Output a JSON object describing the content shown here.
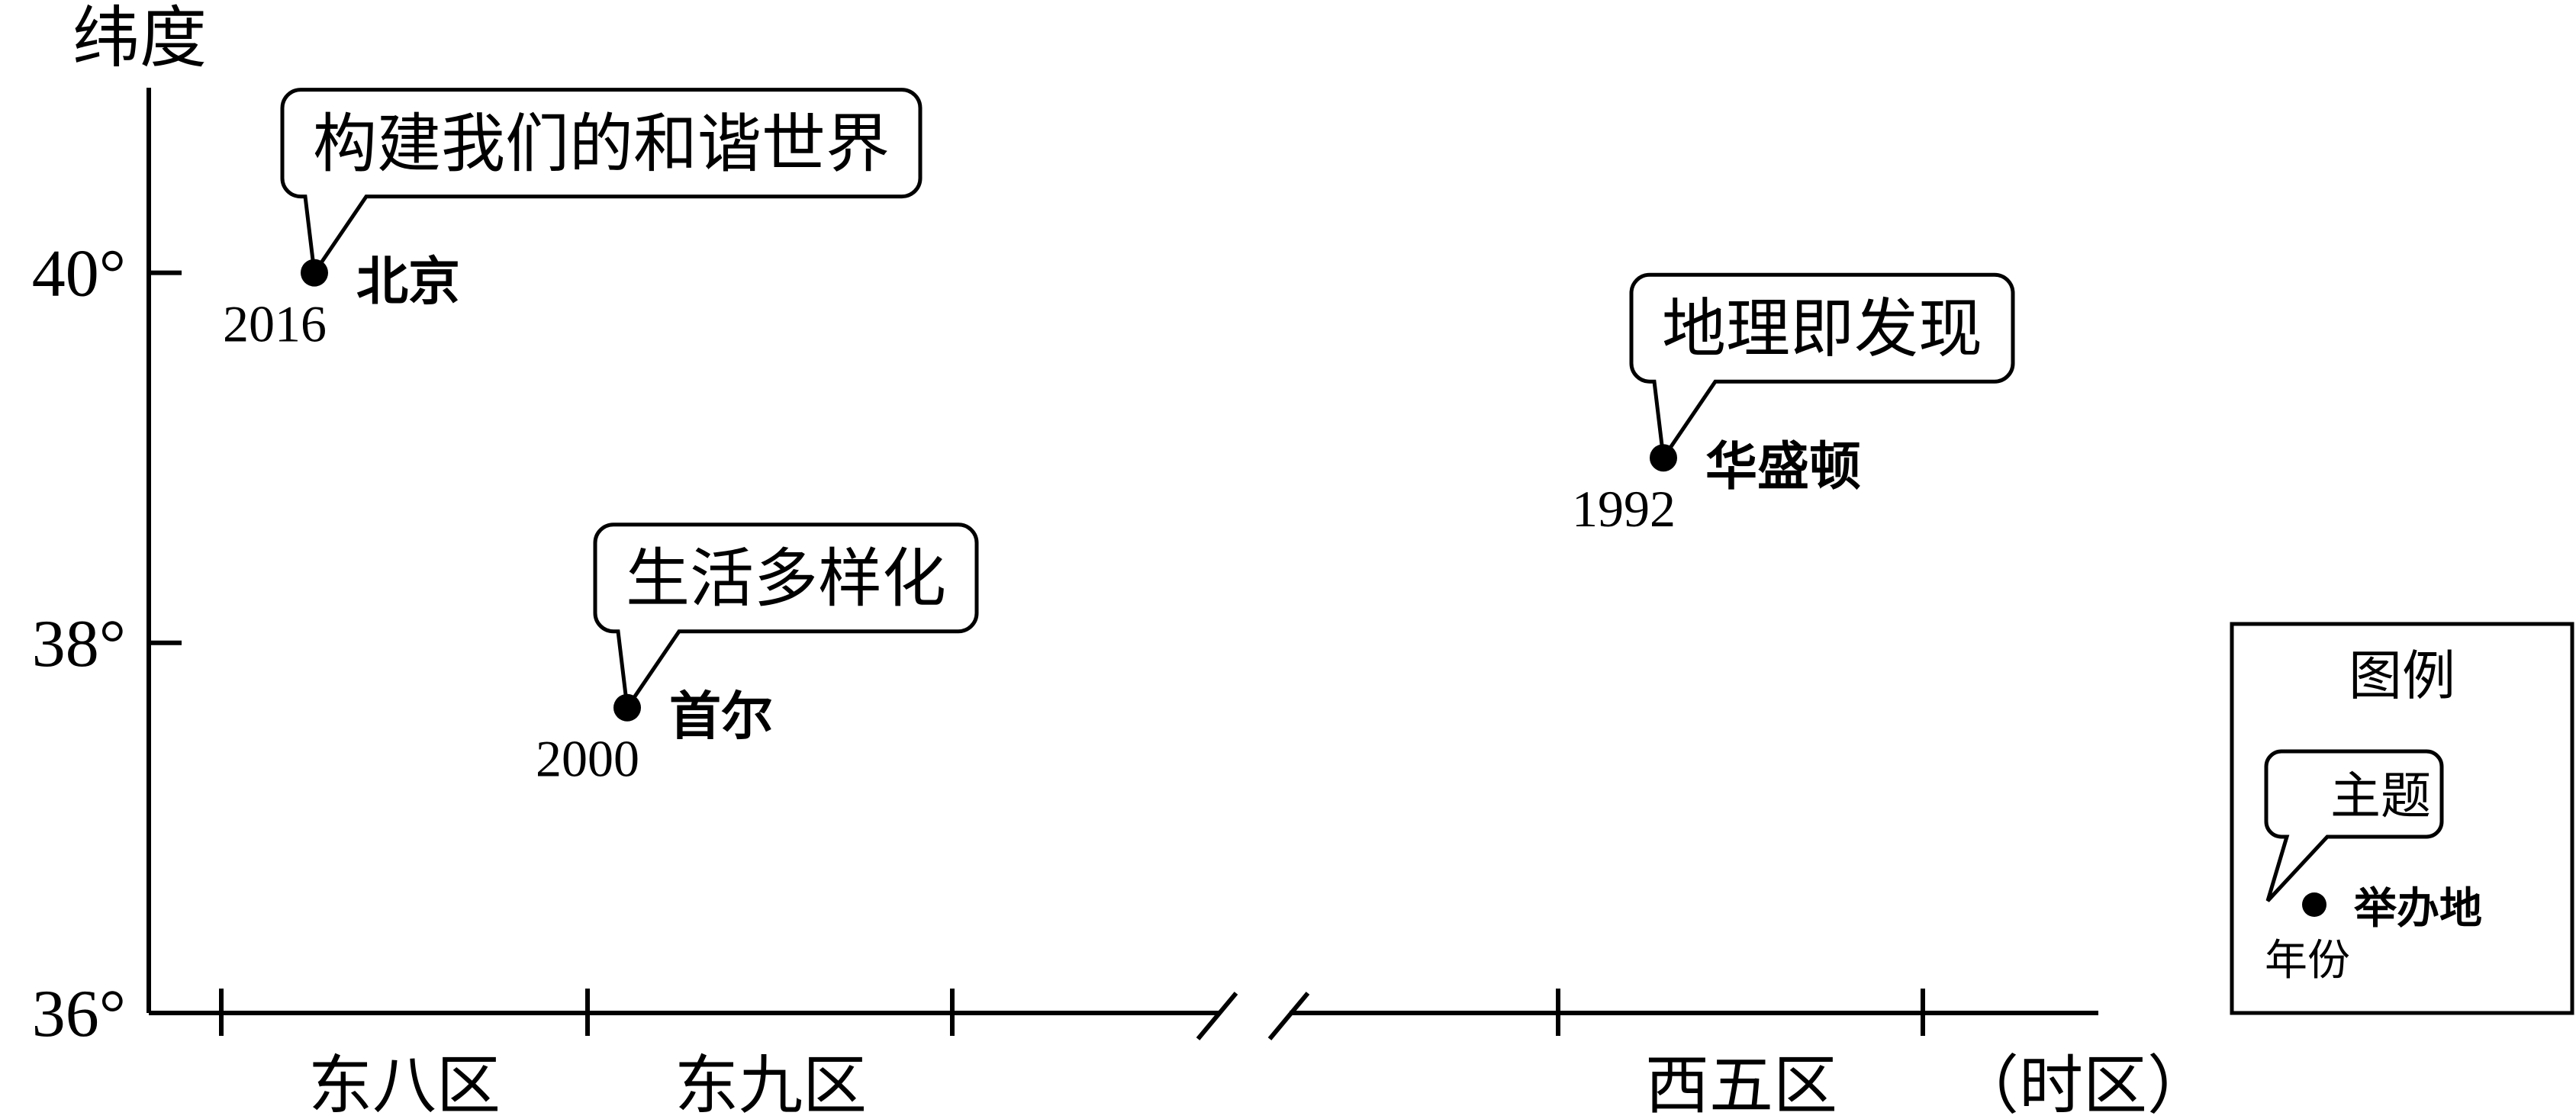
{
  "chart_data": {
    "type": "scatter",
    "ylabel": "纬度",
    "ylim": [
      36,
      41
    ],
    "yticks": [
      {
        "value": 36,
        "label": "36°"
      },
      {
        "value": 38,
        "label": "38°"
      },
      {
        "value": 40,
        "label": "40°"
      }
    ],
    "xlabel": "（时区）",
    "xticks_labels": [
      "东八区",
      "东九区",
      "西五区"
    ],
    "axis_break": true,
    "points": [
      {
        "x": "东八区",
        "y": 40.0,
        "year": "2016",
        "city": "北京",
        "theme": "构建我们的和谐世界"
      },
      {
        "x": "东九区",
        "y": 37.65,
        "year": "2000",
        "city": "首尔",
        "theme": "生活多样化"
      },
      {
        "x": "西五区",
        "y": 39.0,
        "year": "1992",
        "city": "华盛顿",
        "theme": "地理即发现"
      }
    ],
    "legend": {
      "title": "图例",
      "theme": "主题",
      "city": "举办地",
      "year": "年份"
    }
  }
}
